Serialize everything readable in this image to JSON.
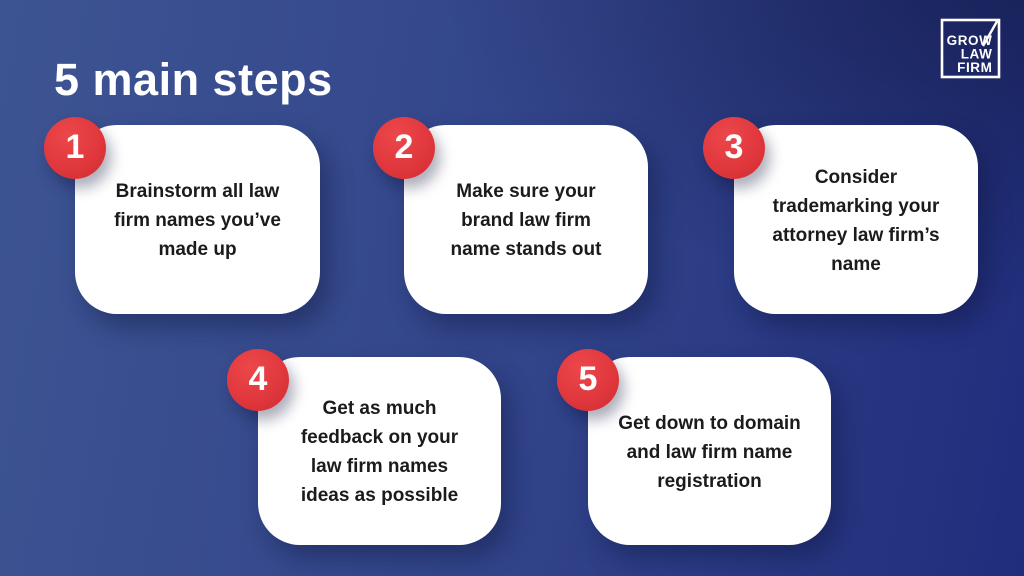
{
  "title": "5 main steps",
  "logo": {
    "line1": "GROW",
    "line2": "LAW",
    "line3": "FIRM"
  },
  "steps": [
    {
      "number": "1",
      "text": "Brainstorm all law\nfirm names you’ve\nmade up"
    },
    {
      "number": "2",
      "text": "Make sure your\nbrand law firm\nname stands out"
    },
    {
      "number": "3",
      "text": "Consider\ntrademarking your\nattorney law firm’s\nname"
    },
    {
      "number": "4",
      "text": "Get as much\nfeedback on your\nlaw firm names\nideas as possible"
    },
    {
      "number": "5",
      "text": "Get down to domain\nand law firm name\nregistration"
    }
  ],
  "colors": {
    "background_left": "#3d5492",
    "background_right": "#202d7c",
    "card": "#ffffff",
    "badge": "#e0383d",
    "card_text": "#1b1b1e",
    "title_text": "#ffffff"
  }
}
